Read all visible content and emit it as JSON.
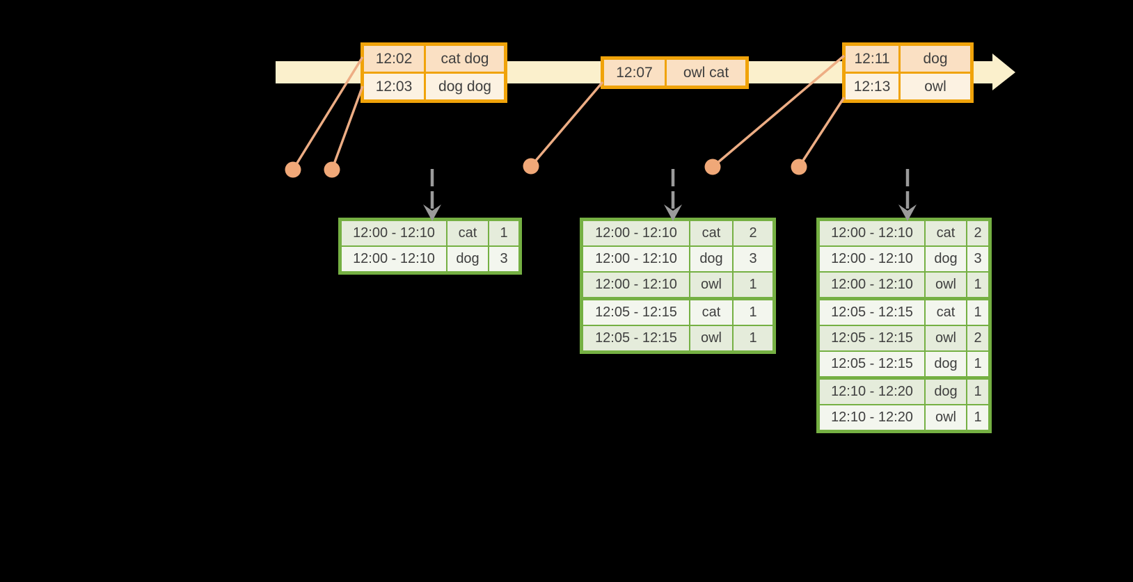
{
  "diagram_type": "streaming-windowed-word-count-timeline",
  "colors": {
    "background": "#000000",
    "band": "#FBF0CC",
    "orange_border": "#F0A30A",
    "peach_fill": "#FAE0C3",
    "cream_fill": "#FCF2E2",
    "green_border": "#75B043",
    "green_dark": "#E5ECDB",
    "green_light": "#F3F6EE",
    "connector": "#EDAD84",
    "dot": "#F0A878",
    "gray_arrow": "#9B9B9B",
    "text": "#3F3F3F"
  },
  "timeline": {
    "shape": "right-arrow-band",
    "events": [
      {
        "time": "12:02",
        "words": "cat dog"
      },
      {
        "time": "12:03",
        "words": "dog dog"
      },
      {
        "time": "12:07",
        "words": "owl cat"
      },
      {
        "time": "12:11",
        "words": "dog"
      },
      {
        "time": "12:13",
        "words": "owl"
      }
    ]
  },
  "event_tables": [
    {
      "rows": [
        [
          "12:02",
          "cat dog"
        ],
        [
          "12:03",
          "dog dog"
        ]
      ]
    },
    {
      "rows": [
        [
          "12:07",
          "owl cat"
        ]
      ]
    },
    {
      "rows": [
        [
          "12:11",
          "dog"
        ],
        [
          "12:13",
          "owl"
        ]
      ]
    }
  ],
  "result_tables": [
    {
      "group_sizes": [
        2
      ],
      "rows": [
        [
          "12:00 - 12:10",
          "cat",
          "1"
        ],
        [
          "12:00 - 12:10",
          "dog",
          "3"
        ]
      ]
    },
    {
      "group_sizes": [
        3,
        2
      ],
      "rows": [
        [
          "12:00 - 12:10",
          "cat",
          "2"
        ],
        [
          "12:00 - 12:10",
          "dog",
          "3"
        ],
        [
          "12:00 - 12:10",
          "owl",
          "1"
        ],
        [
          "12:05 - 12:15",
          "cat",
          "1"
        ],
        [
          "12:05 - 12:15",
          "owl",
          "1"
        ]
      ]
    },
    {
      "group_sizes": [
        3,
        3,
        2
      ],
      "rows": [
        [
          "12:00 - 12:10",
          "cat",
          "2"
        ],
        [
          "12:00 - 12:10",
          "dog",
          "3"
        ],
        [
          "12:00 - 12:10",
          "owl",
          "1"
        ],
        [
          "12:05 - 12:15",
          "cat",
          "1"
        ],
        [
          "12:05 - 12:15",
          "owl",
          "2"
        ],
        [
          "12:05 - 12:15",
          "dog",
          "1"
        ],
        [
          "12:10 - 12:20",
          "dog",
          "1"
        ],
        [
          "12:10 - 12:20",
          "owl",
          "1"
        ]
      ]
    }
  ]
}
